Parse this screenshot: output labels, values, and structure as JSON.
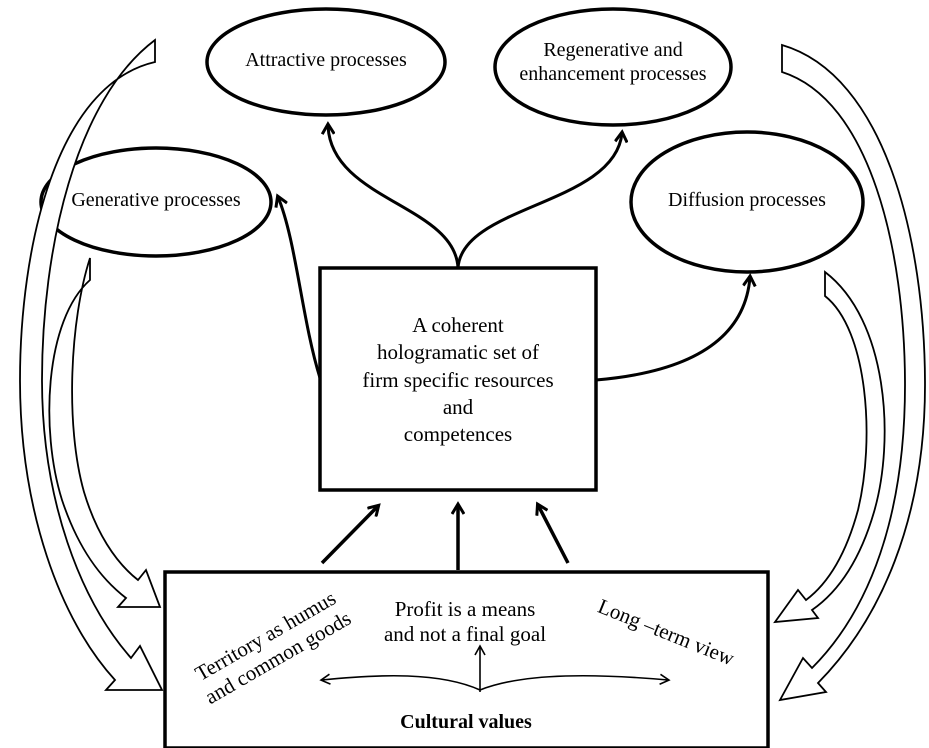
{
  "nodes": {
    "attractive": "Attractive processes",
    "regenerative_line1": "Regenerative and",
    "regenerative_line2": "enhancement processes",
    "generative": "Generative processes",
    "diffusion": "Diffusion processes",
    "core_line1": "A coherent",
    "core_line2": "hologramatic set of",
    "core_line3": "firm specific resources",
    "core_line4": "and",
    "core_line5": "competences"
  },
  "cultural": {
    "title": "Cultural values",
    "territory_line1": "Territory as humus",
    "territory_line2": "and common goods",
    "profit_line1": "Profit  is a means",
    "profit_line2": "and not a final goal",
    "longterm": "Long –term view"
  }
}
